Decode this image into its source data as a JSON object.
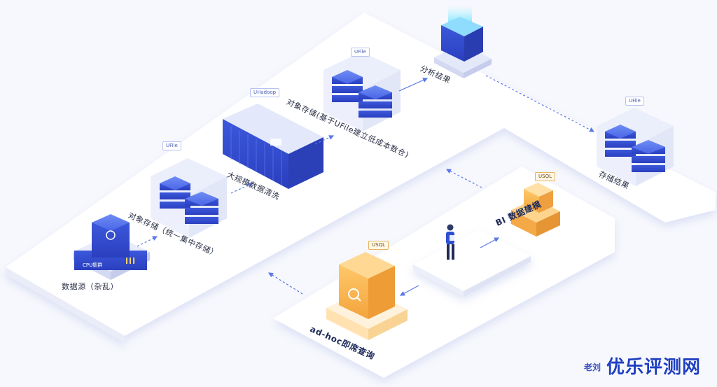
{
  "colors": {
    "platform": "#ffffff",
    "blue_top": "#4f6dea",
    "blue_side": "#2f45c9",
    "orange_top": "#ffcf7f",
    "orange_side": "#f0a640",
    "arrow": "#5b78e8"
  },
  "nodes": {
    "data_source": "数据源（杂乱）",
    "cpu_cluster": "CPU集群",
    "object_storage_unified": "对象存储（统一集中存储）",
    "big_data_cleaning": "大规模数据清洗",
    "object_storage_warehouse": "对象存储(基于UFile建立低成本数仓)",
    "analysis_result": "分析结果",
    "storage_result": "存储结果",
    "bi_modeling": "BI 数据建模",
    "adhoc_query": "ad-hoc即席查询"
  },
  "tags": {
    "ufile_1": "UFile",
    "uhadoop": "UHadoop",
    "ufile_2": "UFile",
    "ufile_3": "UFile",
    "usql_1": "USQL",
    "usql_2": "USQL"
  },
  "watermark": {
    "small": "老刘",
    "big": "优乐评测网"
  }
}
